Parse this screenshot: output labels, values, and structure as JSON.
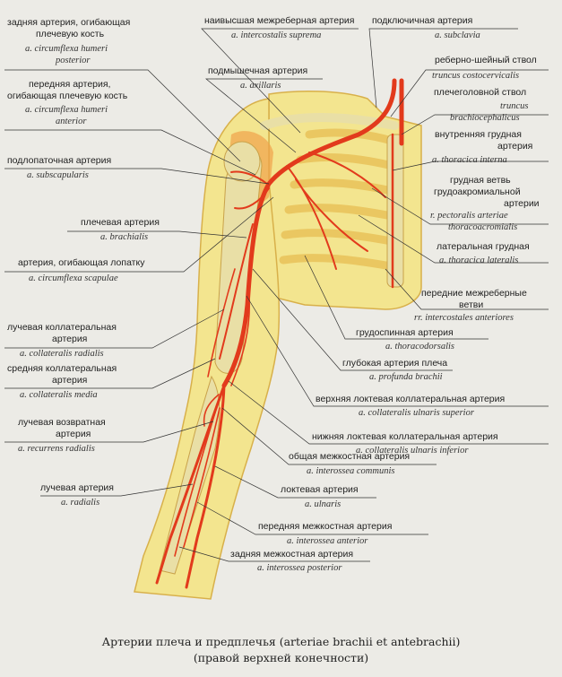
{
  "caption": {
    "line1": "Артерии плеча и предплечья (arteriae brachii et antebrachii)",
    "line2": "(правой верхней конечности)"
  },
  "colors": {
    "background": "#ecebe6",
    "artery": "#e23a1c",
    "skin": "#f3e58f",
    "skin_shade": "#e9c25a",
    "muscle": "#f0a24a",
    "bone": "#e9dfa6",
    "leader": "#333333"
  },
  "labels": {
    "circumflexa_posterior": {
      "ru": [
        "задняя артерия, огибающая",
        "плечевую кость"
      ],
      "lat": [
        "a. circumflexa humeri",
        "posterior"
      ]
    },
    "circumflexa_anterior": {
      "ru": [
        "передняя артерия,",
        "огибающая плечевую кость"
      ],
      "lat": [
        "a. circumflexa humeri",
        "anterior"
      ]
    },
    "subscapularis": {
      "ru": [
        "подлопаточная артерия"
      ],
      "lat": [
        "a. subscapularis"
      ]
    },
    "brachialis": {
      "ru": [
        "плечевая артерия"
      ],
      "lat": [
        "a. brachialis"
      ]
    },
    "circumflexa_scapulae": {
      "ru": [
        "артерия, огибающая лопатку"
      ],
      "lat": [
        "a. circumflexa scapulae"
      ]
    },
    "collateralis_radialis": {
      "ru": [
        "лучевая коллатеральная",
        "артерия"
      ],
      "lat": [
        "a. collateralis radialis"
      ]
    },
    "collateralis_media": {
      "ru": [
        "средняя коллатеральная",
        "артерия"
      ],
      "lat": [
        "a. collateralis media"
      ]
    },
    "recurrens_radialis": {
      "ru": [
        "лучевая возвратная",
        "артерия"
      ],
      "lat": [
        "a. recurrens radialis"
      ]
    },
    "radialis": {
      "ru": [
        "лучевая артерия"
      ],
      "lat": [
        "a. radialis"
      ]
    },
    "intercostalis_suprema": {
      "ru": [
        "наивысшая межреберная артерия"
      ],
      "lat": [
        "a. intercostalis suprema"
      ]
    },
    "axillaris": {
      "ru": [
        "подмышечная артерия"
      ],
      "lat": [
        "a. axillaris"
      ]
    },
    "subclavia": {
      "ru": [
        "подключичная артерия"
      ],
      "lat": [
        "a. subclavia"
      ]
    },
    "costocervicalis": {
      "ru": [
        "реберно-шейный ствол"
      ],
      "lat": [
        "truncus costocervicalis"
      ]
    },
    "brachiocephalicus": {
      "ru": [
        "плечеголовной ствол"
      ],
      "lat": [
        "truncus",
        "brachiocephalicus"
      ]
    },
    "thoracica_interna": {
      "ru": [
        "внутренняя грудная",
        "артерия"
      ],
      "lat": [
        "a. thoracica interna"
      ]
    },
    "pectoralis": {
      "ru": [
        "грудная ветвь",
        "грудоакромиальной",
        "артерии"
      ],
      "lat": [
        "r. pectoralis arteriae",
        "thoracoacromialis"
      ]
    },
    "thoracica_lateralis": {
      "ru": [
        "латеральная грудная"
      ],
      "lat": [
        "a. thoracica lateralis"
      ]
    },
    "intercostales_anteriores": {
      "ru": [
        "передние межреберные",
        "ветви"
      ],
      "lat": [
        "rr. intercostales anteriores"
      ]
    },
    "thoracodorsalis": {
      "ru": [
        "грудоспинная артерия"
      ],
      "lat": [
        "a. thoracodorsalis"
      ]
    },
    "profunda_brachii": {
      "ru": [
        "глубокая артерия плеча"
      ],
      "lat": [
        "a. profunda brachii"
      ]
    },
    "ulnaris_superior": {
      "ru": [
        "верхняя локтевая коллатеральная артерия"
      ],
      "lat": [
        "a. collateralis ulnaris superior"
      ]
    },
    "ulnaris_inferior": {
      "ru": [
        "нижняя локтевая коллатеральная артерия"
      ],
      "lat": [
        "a. collateralis ulnaris inferior"
      ]
    },
    "interossea_communis": {
      "ru": [
        "общая межкостная артерия"
      ],
      "lat": [
        "a. interossea communis"
      ]
    },
    "ulnaris": {
      "ru": [
        "локтевая артерия"
      ],
      "lat": [
        "a. ulnaris"
      ]
    },
    "interossea_anterior": {
      "ru": [
        "передняя межкостная артерия"
      ],
      "lat": [
        "a. interossea anterior"
      ]
    },
    "interossea_posterior": {
      "ru": [
        "задняя межкостная артерия"
      ],
      "lat": [
        "a. interossea posterior"
      ]
    }
  }
}
